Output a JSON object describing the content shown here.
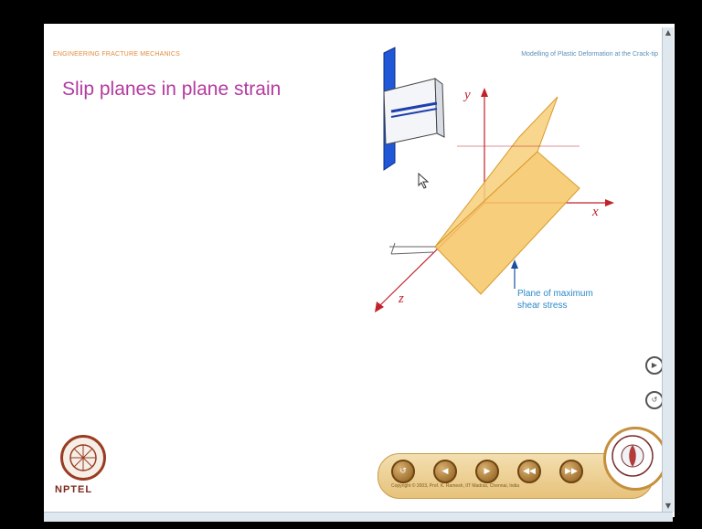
{
  "header": {
    "left": "ENGINEERING FRACTURE MECHANICS",
    "right": "Modelling of Plastic Deformation at the Crack-tip"
  },
  "slide": {
    "title": "Slip planes in plane strain"
  },
  "diagram": {
    "axis_y": "y",
    "axis_x": "x",
    "axis_z": "z",
    "note_line1": "Plane of maximum",
    "note_line2": "shear stress"
  },
  "logo": {
    "text": "NPTEL"
  },
  "nav": {
    "buttons": [
      "↺",
      "◀",
      "▶",
      "◀◀",
      "▶▶"
    ],
    "copyright": "Copyright © 2003, Prof. K. Ramesh, IIT Madras, Chennai, India"
  },
  "side_buttons": [
    "▶",
    "↺"
  ],
  "colors": {
    "title": "#b43aa0",
    "header_left": "#e08a3a",
    "header_right": "#5a8fb8",
    "axis": "#c0222a",
    "note": "#2a8ac7",
    "plane_fill": "#f7cf7a"
  }
}
